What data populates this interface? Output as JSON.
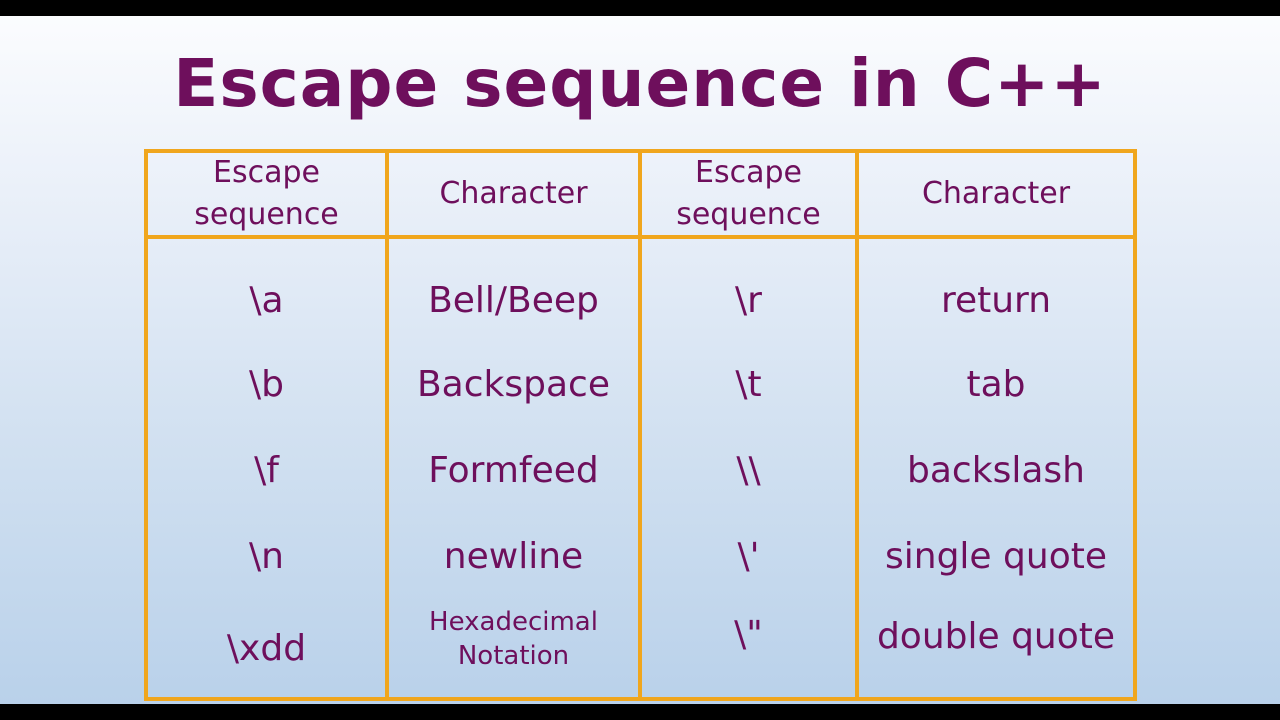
{
  "title": "Escape sequence in C++",
  "headers": {
    "escape1": [
      "Escape",
      "sequence"
    ],
    "char1": "Character",
    "escape2": [
      "Escape",
      "sequence"
    ],
    "char2": "Character"
  },
  "rows": [
    {
      "seq1": "\\a",
      "char1": "Bell/Beep",
      "seq2": "\\r",
      "char2": "return"
    },
    {
      "seq1": "\\b",
      "char1": "Backspace",
      "seq2": "\\t",
      "char2": "tab"
    },
    {
      "seq1": "\\f",
      "char1": "Formfeed",
      "seq2": "\\\\",
      "char2": "backslash"
    },
    {
      "seq1": "\\n",
      "char1": "newline",
      "seq2": "\\'",
      "char2": "single quote"
    },
    {
      "seq1": "\\xdd",
      "char1": [
        "Hexadecimal",
        "Notation"
      ],
      "seq2": "\\\"",
      "char2": "double quote"
    }
  ],
  "colors": {
    "text": "#6e0f5c",
    "border": "#f0a61d"
  }
}
